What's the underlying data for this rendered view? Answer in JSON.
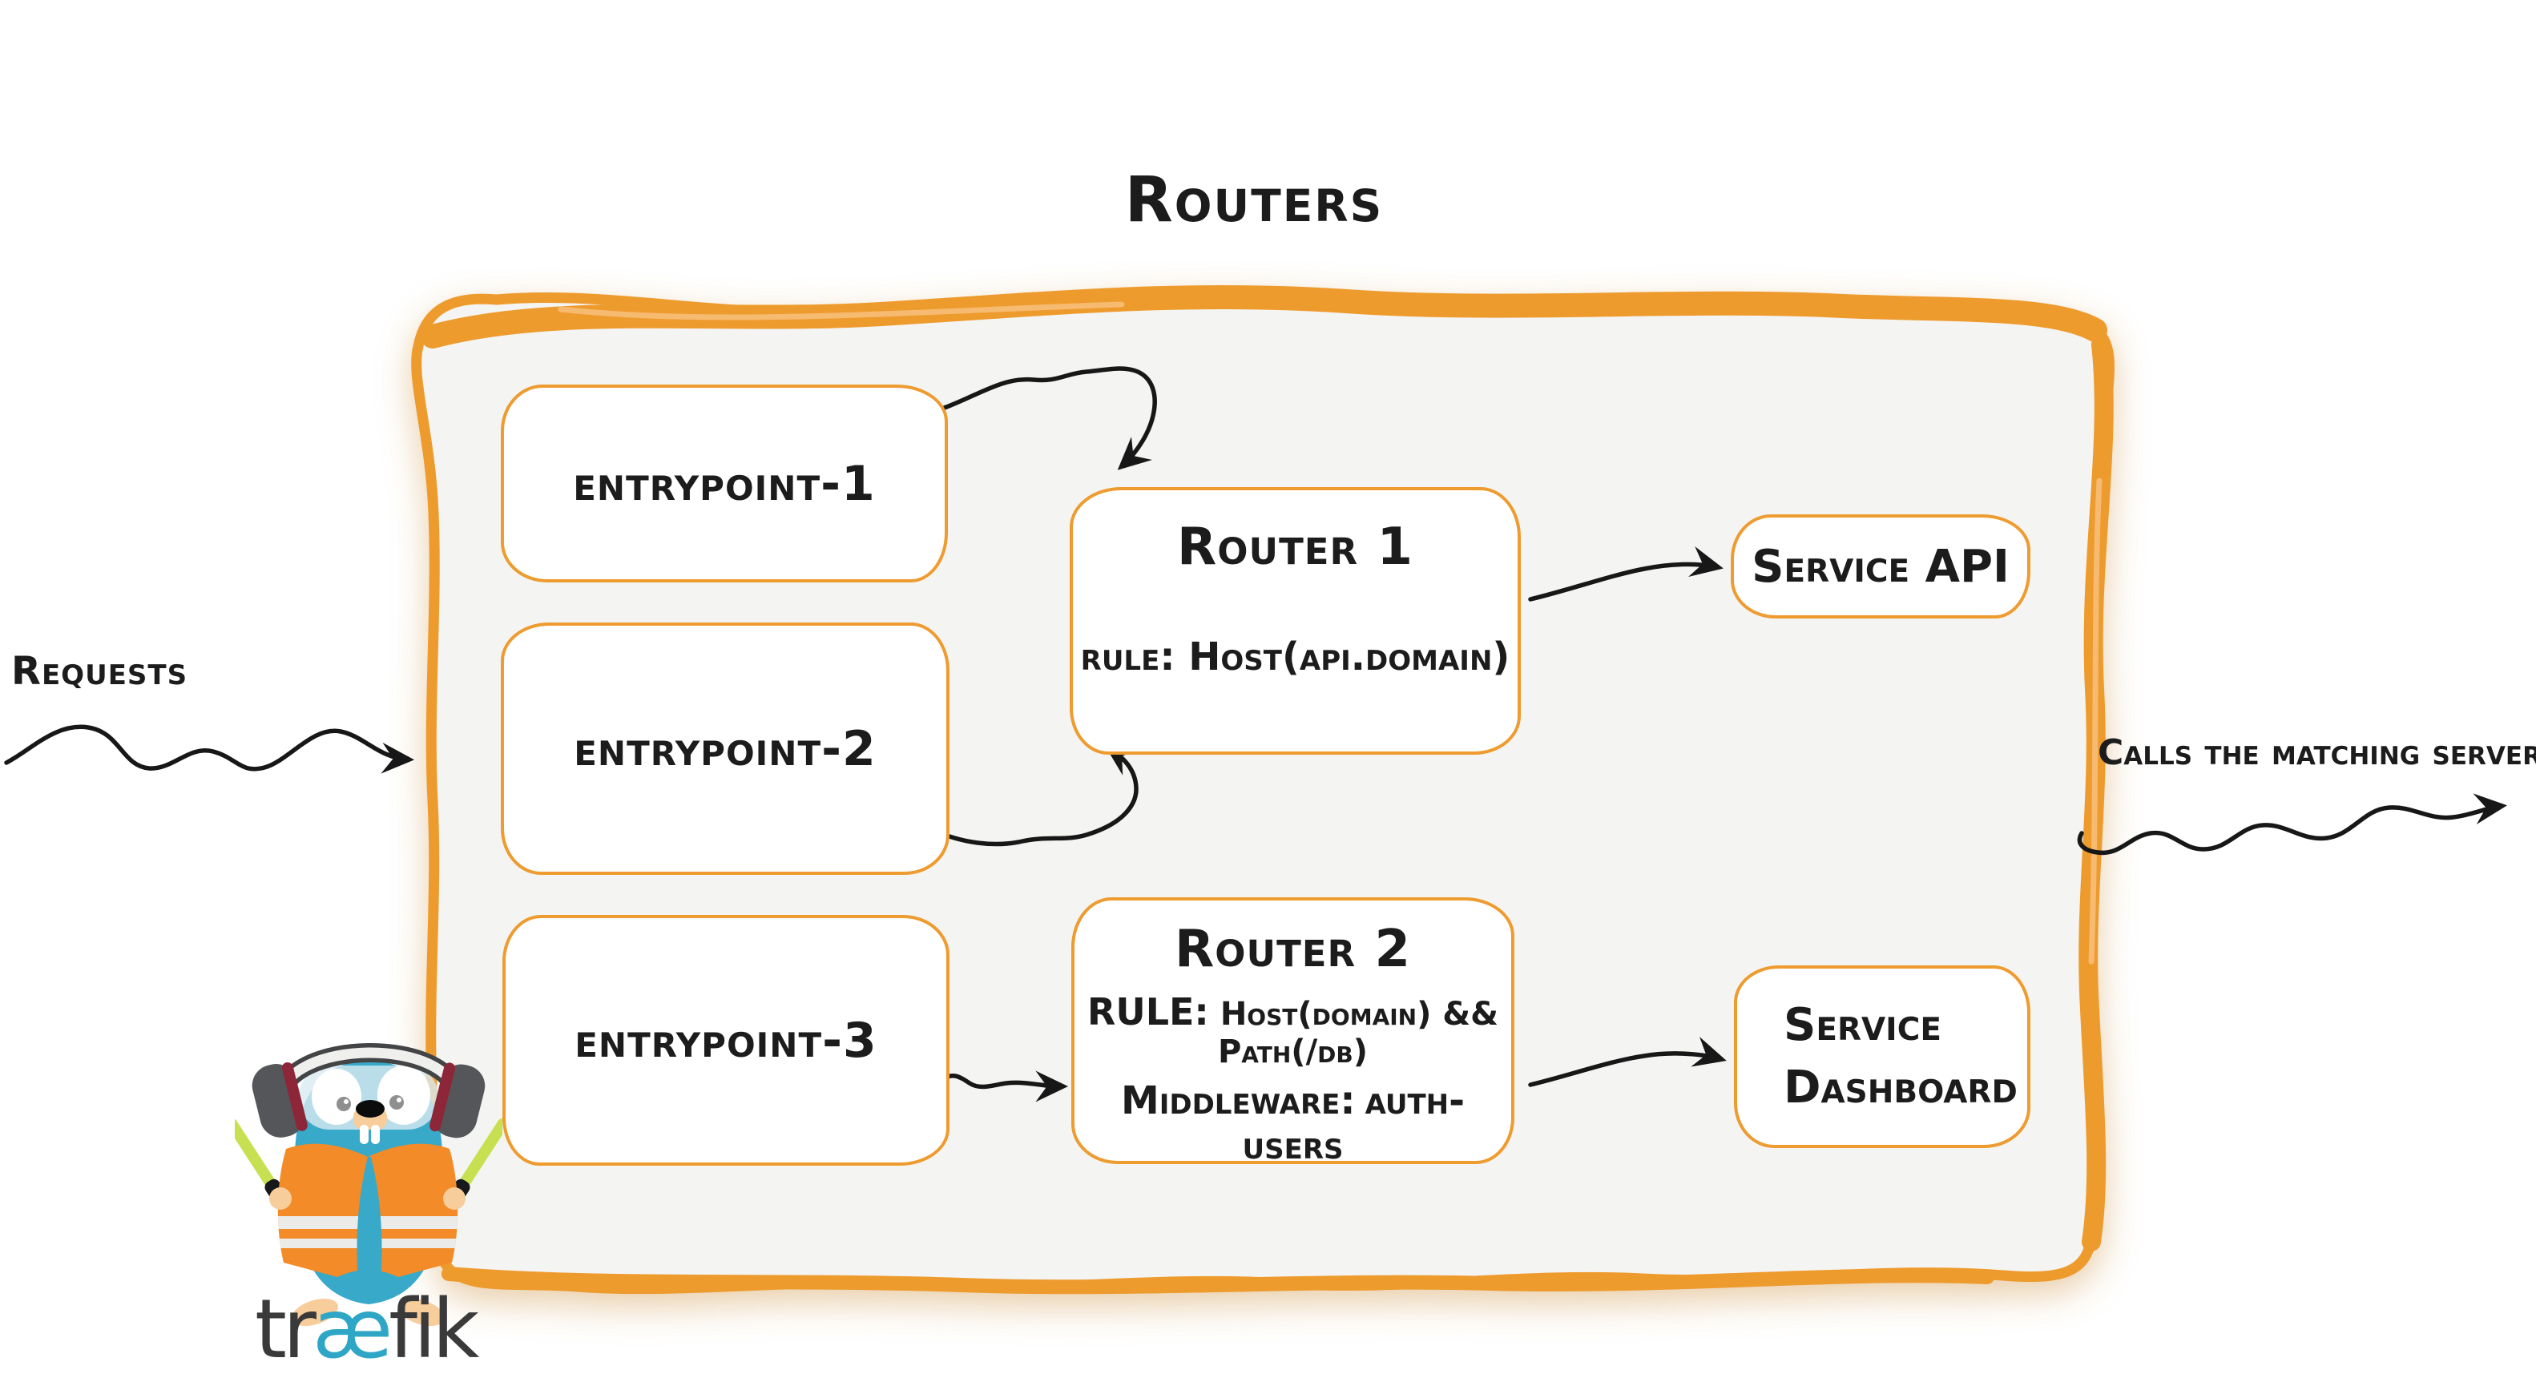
{
  "title": "Routers",
  "labels": {
    "requests": "Requests",
    "calls_the_matching_server": "Calls the matching server"
  },
  "entrypoints": [
    {
      "label": "entrypoint-1"
    },
    {
      "label": "entrypoint-2"
    },
    {
      "label": "entrypoint-3"
    }
  ],
  "routers": [
    {
      "title": "Router 1",
      "rule": "rule: Host(api.domain)"
    },
    {
      "title": "Router 2",
      "rule_label": "RULE:",
      "rule_value": "Host(domain) && Path(/db)",
      "middleware_label": "Middleware:",
      "middleware_value": "auth-users"
    }
  ],
  "services": [
    {
      "label": "Service API"
    },
    {
      "label": "Service Dashboard"
    }
  ],
  "logo": {
    "mascot_icon": "traefik-gopher",
    "wordmark_tr": "tr",
    "wordmark_ae": "æ",
    "wordmark_fik": "fik"
  },
  "colors": {
    "accent_orange": "#EE9B2F",
    "panel_fill": "#F4F4F3",
    "ink": "#1C1C1C",
    "traefik_blue": "#38A9C9",
    "vest_orange": "#F28B28",
    "stick_green": "#C7E052",
    "wordmark_dark": "#3A3A3A",
    "wordmark_teal": "#2FA6C5"
  }
}
